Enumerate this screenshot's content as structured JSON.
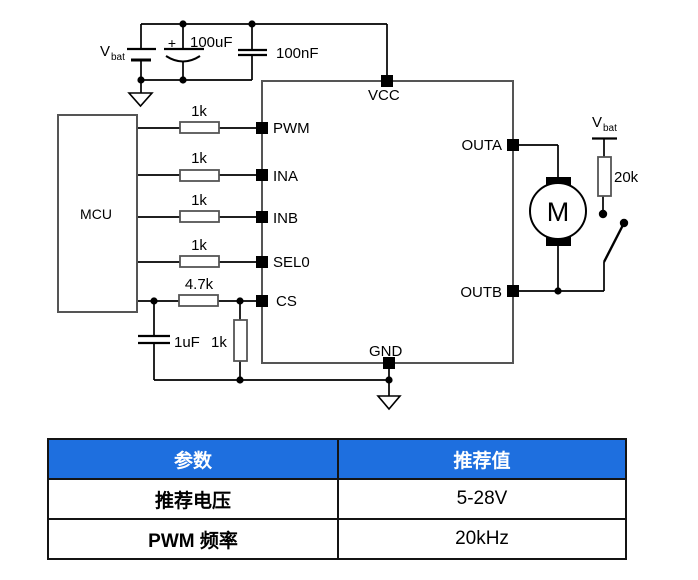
{
  "schematic": {
    "battery_left": {
      "label_main": "V",
      "label_sub": "bat"
    },
    "bulk_cap": {
      "polarity": "+",
      "value": "100uF"
    },
    "bypass_cap": {
      "value": "100nF"
    },
    "mcu_label": "MCU",
    "series_resistors": {
      "pwm": "1k",
      "ina": "1k",
      "inb": "1k",
      "sel0": "1k",
      "cs": "4.7k"
    },
    "cs_filter": {
      "cap": "1uF",
      "resistor": "1k"
    },
    "ic_pins": {
      "vcc": "VCC",
      "gnd": "GND",
      "pwm": "PWM",
      "ina": "INA",
      "inb": "INB",
      "sel0": "SEL0",
      "cs": "CS",
      "outa": "OUTA",
      "outb": "OUTB"
    },
    "motor_label": "M",
    "battery_right": {
      "label_main": "V",
      "label_sub": "bat"
    },
    "pullup_resistor": "20k"
  },
  "table": {
    "header_bg": "#1e6fdf",
    "header_text_color": "#ffffff",
    "headers": [
      "参数",
      "推荐值"
    ],
    "rows": [
      [
        "推荐电压",
        "5-28V"
      ],
      [
        "PWM 频率",
        "20kHz"
      ]
    ]
  }
}
